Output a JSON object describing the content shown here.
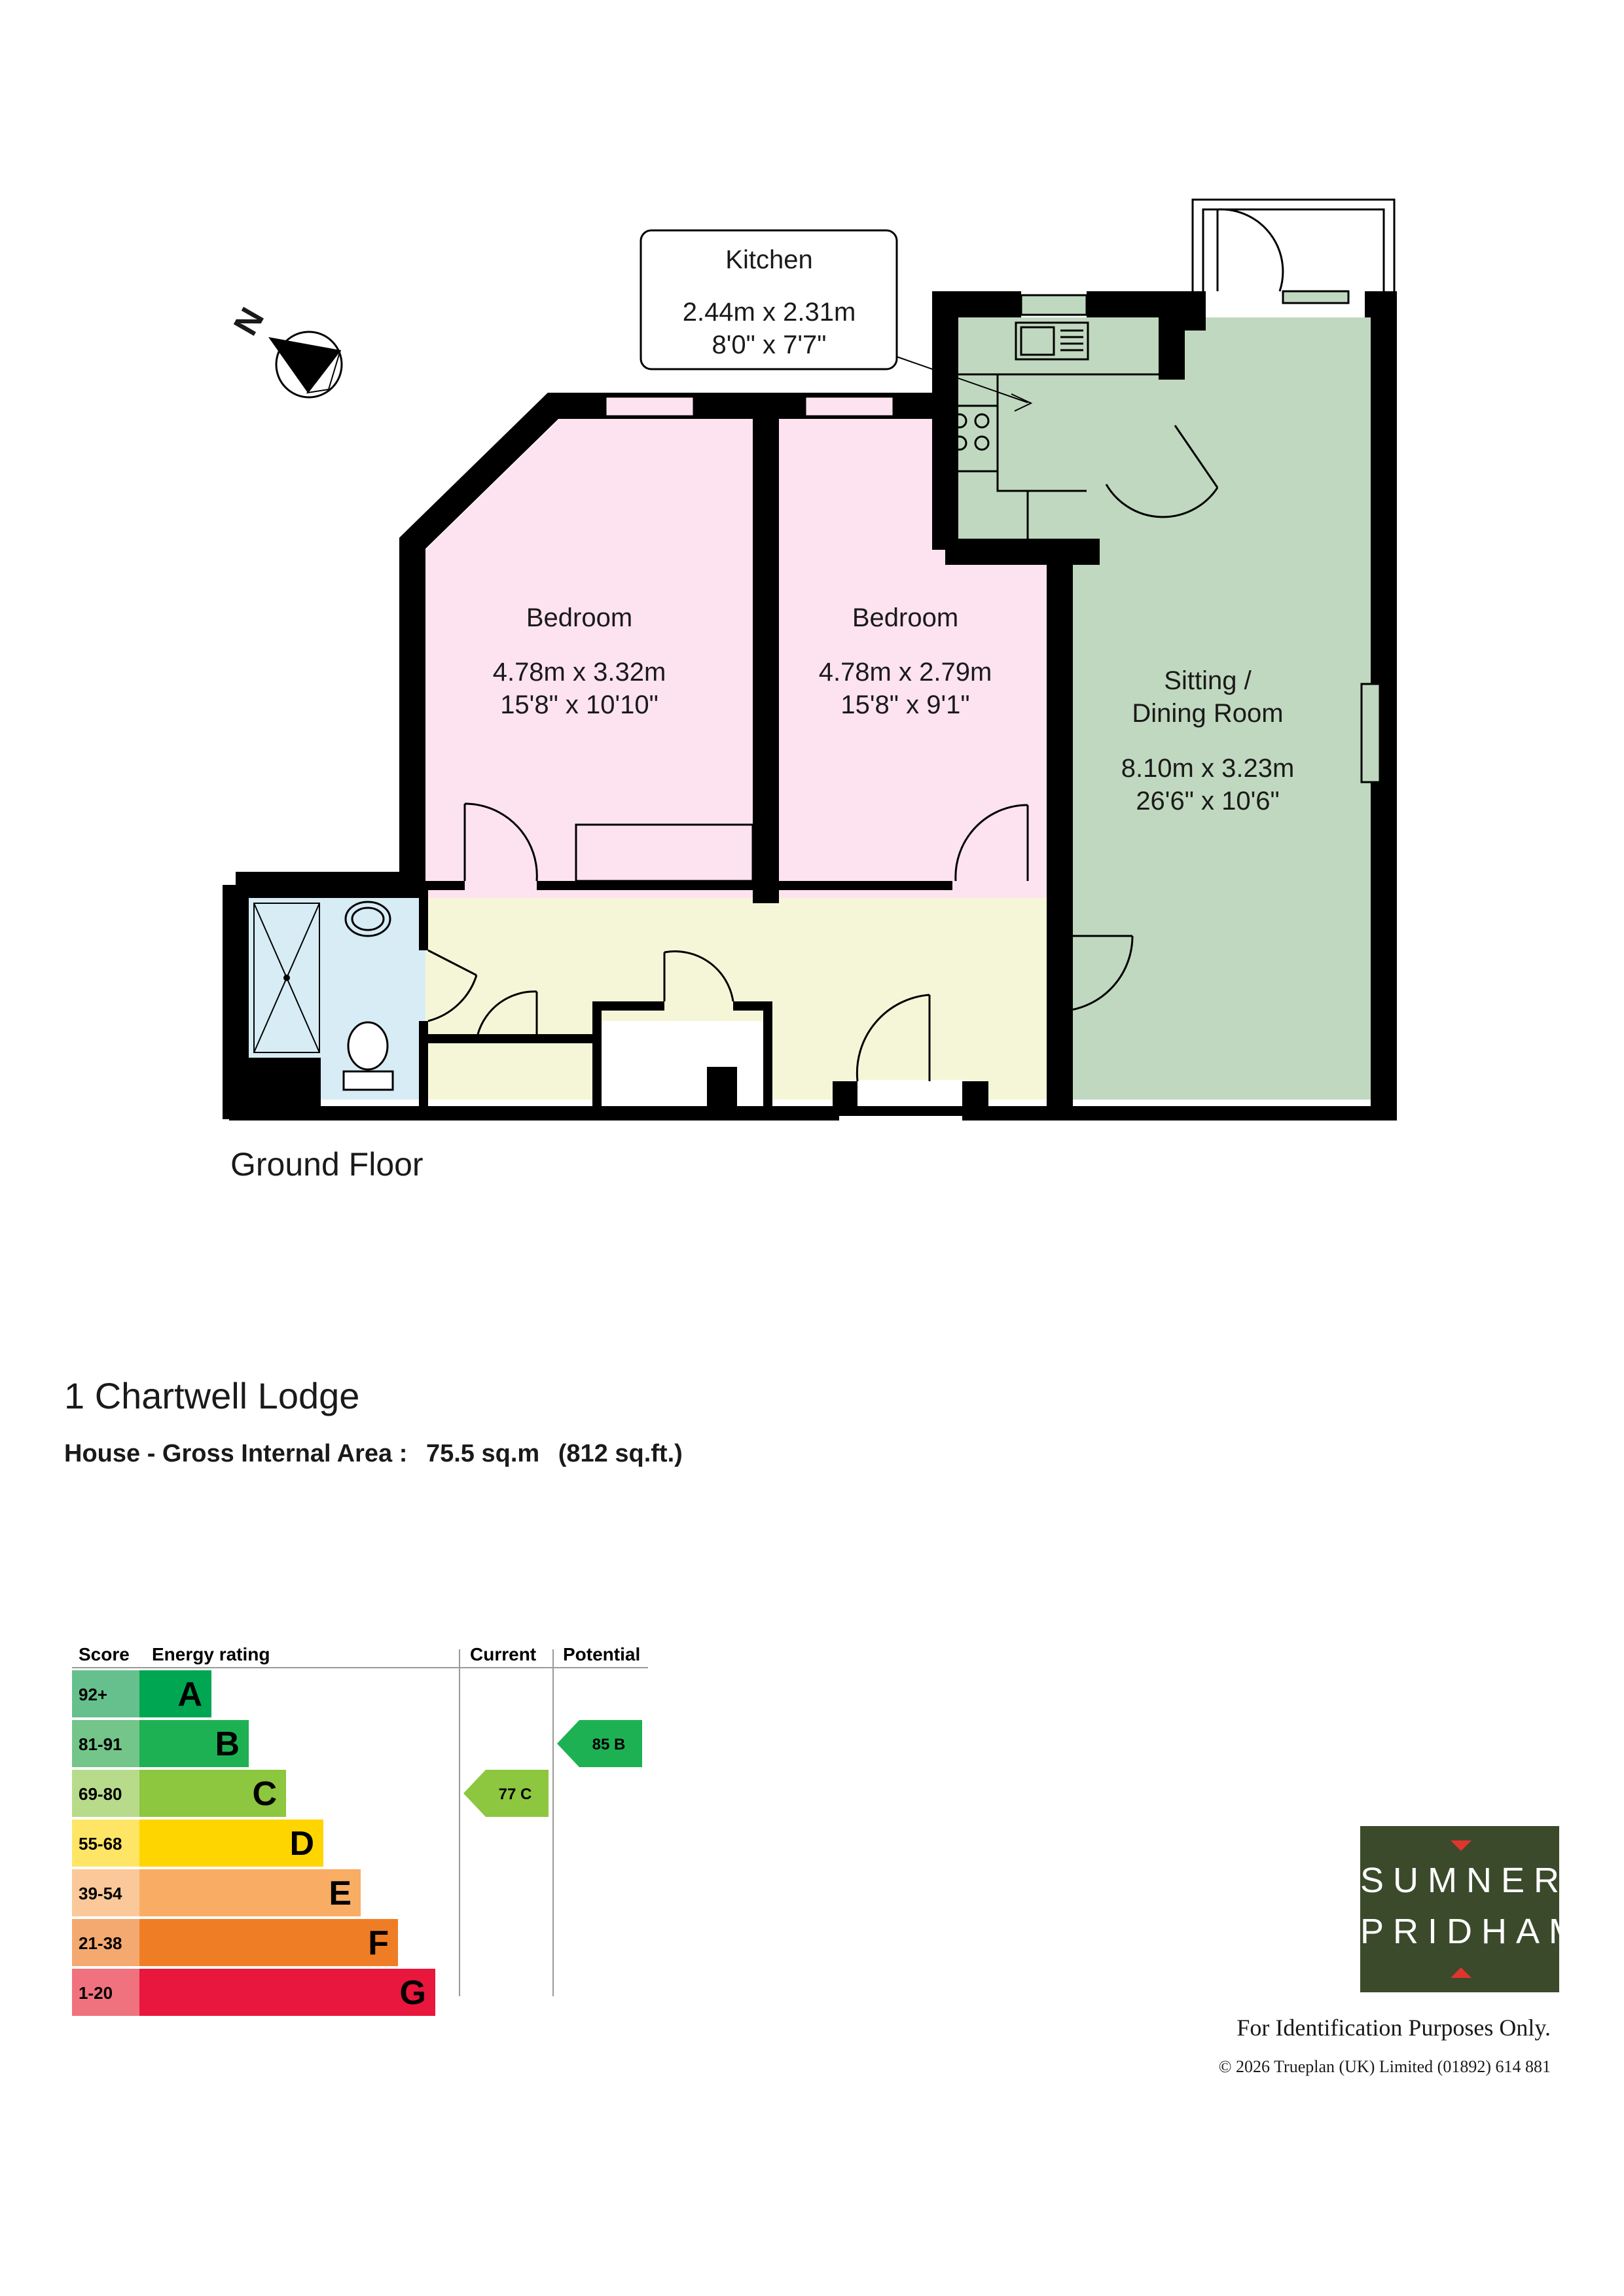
{
  "floor_plan": {
    "floor_label": "Ground Floor",
    "rooms": [
      {
        "name_lines": [
          "Kitchen"
        ],
        "metric": "2.44m  x  2.31m",
        "imperial": "8'0\"  x  7'7\""
      },
      {
        "name_lines": [
          "Bedroom"
        ],
        "metric": "4.78m  x  3.32m",
        "imperial": "15'8\"  x  10'10\""
      },
      {
        "name_lines": [
          "Bedroom"
        ],
        "metric": "4.78m  x  2.79m",
        "imperial": "15'8\"  x  9'1\""
      },
      {
        "name_lines": [
          "Sitting /",
          "Dining Room"
        ],
        "metric": "8.10m  x  3.23m",
        "imperial": "26'6\"  x  10'6\""
      }
    ],
    "compass_letter": "N",
    "colors": {
      "wall": "#000000",
      "bedroom": "#fde3ef",
      "kitchen_sitting": "#c0d8bf",
      "hall": "#f5f6d7",
      "bathroom": "#d7ecf5"
    }
  },
  "property": {
    "name": "1 Chartwell Lodge",
    "area_label": "House - Gross Internal Area  :",
    "area_sqm": "75.5 sq.m",
    "area_sqft": "(812 sq.ft.)"
  },
  "epc": {
    "headers": {
      "score": "Score",
      "rating": "Energy rating",
      "current": "Current",
      "potential": "Potential"
    },
    "bands": [
      {
        "score": "92+",
        "letter": "A",
        "color": "#00a651",
        "score_bg": "#66c08d"
      },
      {
        "score": "81-91",
        "letter": "B",
        "color": "#1eb153",
        "score_bg": "#74c58a"
      },
      {
        "score": "69-80",
        "letter": "C",
        "color": "#8dc63f",
        "score_bg": "#b7db8b"
      },
      {
        "score": "55-68",
        "letter": "D",
        "color": "#ffd500",
        "score_bg": "#ffe566"
      },
      {
        "score": "39-54",
        "letter": "E",
        "color": "#f9ac64",
        "score_bg": "#fbc89a"
      },
      {
        "score": "21-38",
        "letter": "F",
        "color": "#ef7d26",
        "score_bg": "#f4a970"
      },
      {
        "score": "1-20",
        "letter": "G",
        "color": "#e9163d",
        "score_bg": "#f0727e"
      }
    ],
    "current": {
      "label": "77  C",
      "band": "C",
      "color": "#8dc63f"
    },
    "potential": {
      "label": "85  B",
      "band": "B",
      "color": "#1eb153"
    }
  },
  "logo": {
    "line1": "SUMNER",
    "line2": "PRIDHAM",
    "accent": "#e0352d"
  },
  "footer": {
    "identification": "For  Identification  Purposes  Only.",
    "copyright": "©  2026 Trueplan (UK) Limited  (01892) 614 881"
  }
}
